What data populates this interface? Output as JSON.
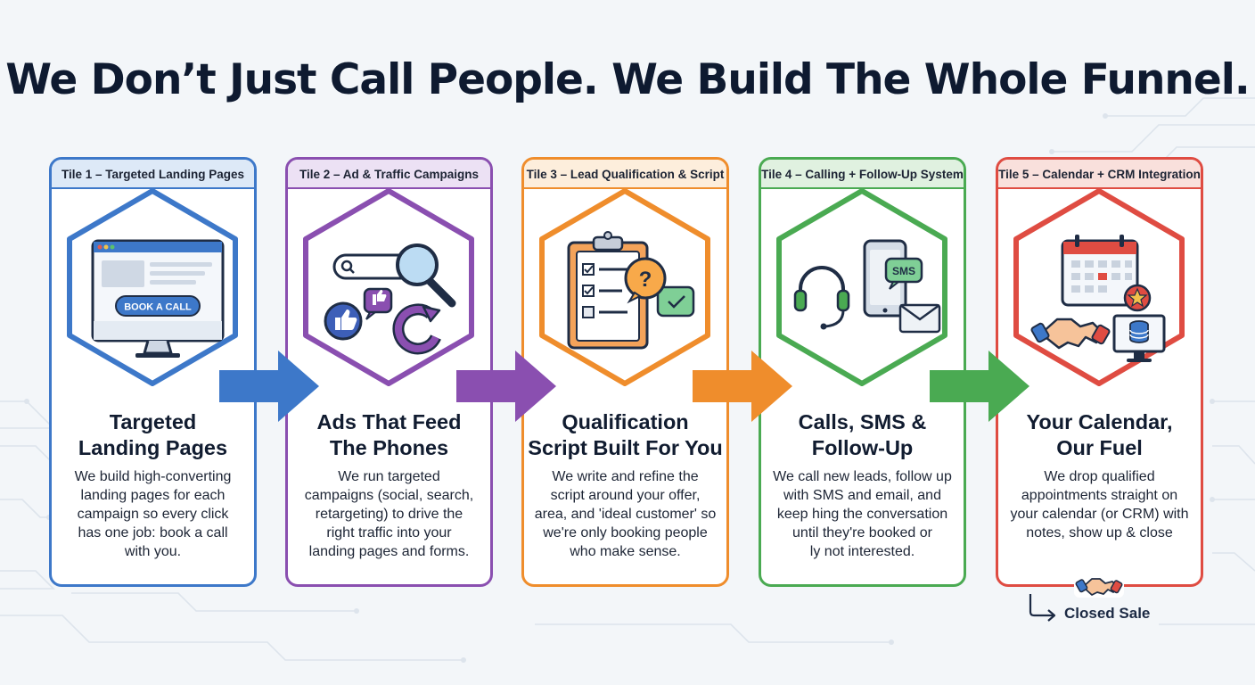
{
  "page_title": "We Don’t Just Call People. We Build The Whole Funnel.",
  "colors": {
    "blue": "#3d78c9",
    "purple": "#8a4fb0",
    "orange": "#ef8d2c",
    "green": "#4aaa52",
    "red": "#df4c42"
  },
  "tiles": [
    {
      "header": "Tile 1 – Targeted Landing Pages",
      "heading": "Targeted\nLanding Pages",
      "body": "We build high-converting\nlanding pages for each\ncampaign so every click\nhas one job: book a call\nwith you.",
      "icon": "monitor-landing-page-icon",
      "icon_text": "BOOK A CALL"
    },
    {
      "header": "Tile 2 – Ad & Traffic Campaigns",
      "heading": "Ads That Feed\nThe Phones",
      "body": "We run targeted\ncampaigns (social, search,\nretargeting) to drive the\nright traffic into your\nlanding pages and forms.",
      "icon": "search-social-retarget-icon"
    },
    {
      "header": "Tile 3 – Lead Qualification & Script",
      "heading": "Qualification\nScript Built For You",
      "body": "We write and refine the\nscript around your offer,\narea, and 'ideal customer' so\nwe're only booking people\nwho make sense.",
      "icon": "clipboard-checklist-icon",
      "icon_text": "?"
    },
    {
      "header": "Tile 4 – Calling + Follow-Up System",
      "heading": "Calls, SMS &\nFollow-Up",
      "body": "We call new leads, follow up\nwith SMS and email, and\nkeep hing the conversation\nuntil they're booked or\nly not interested.",
      "icon": "headset-phone-sms-email-icon",
      "icon_text": "SMS"
    },
    {
      "header": "Tile 5 – Calendar + CRM Integration",
      "heading": "Your Calendar,\nOur Fuel",
      "body": "We drop qualified\nappointments straight on\nyour calendar (or CRM) with\nnotes, show up & close",
      "icon": "calendar-crm-handshake-icon"
    }
  ],
  "closed_sale": {
    "label": "Closed Sale",
    "icon": "handshake-icon"
  }
}
